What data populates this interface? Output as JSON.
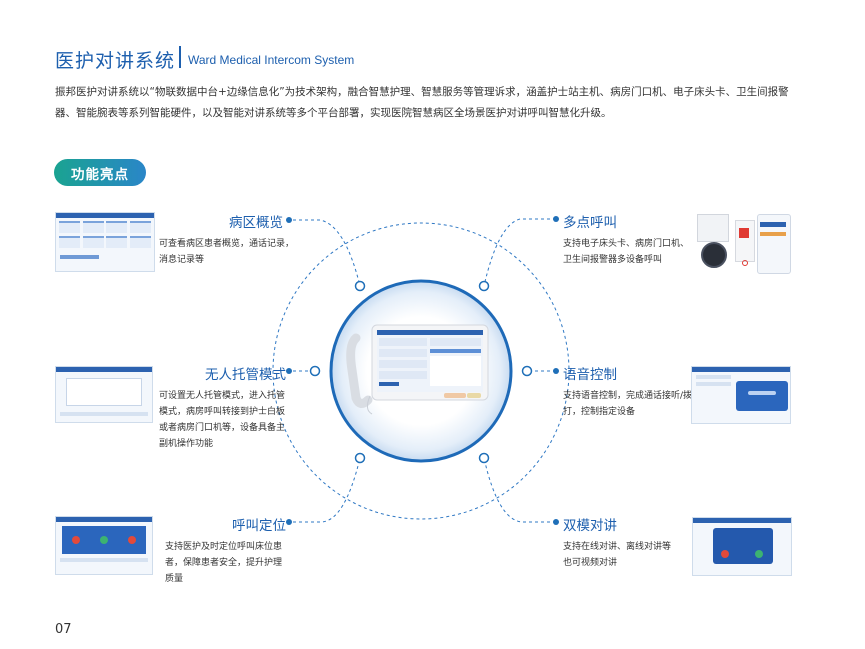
{
  "header": {
    "title_cn": "医护对讲系统",
    "title_en": "Ward Medical Intercom System"
  },
  "intro": "振邦医护对讲系统以“物联数据中台+边缘信息化”为技术架构，融合智慧护理、智慧服务等管理诉求，涵盖护士站主机、病房门口机、电子床头卡、卫生间报警器、智能腕表等系列智能硬件，以及智能对讲系统等多个平台部署，实现医院智慧病区全场景医护对讲呼叫智慧化升级。",
  "section_label": "功能亮点",
  "features": {
    "ward_overview": {
      "title": "病区概览",
      "desc": [
        "可查看病区患者概览，通话记录，",
        "消息记录等"
      ]
    },
    "unmanned_mode": {
      "title": "无人托管模式",
      "desc": [
        "可设置无人托管模式，进入托管",
        "模式，病房呼叫转接到护士白板",
        "或者病房门口机等，设备具备主",
        "副机操作功能"
      ]
    },
    "call_locate": {
      "title": "呼叫定位",
      "desc": [
        "支持医护及时定位呼叫床位患",
        "者，保障患者安全，提升护理",
        "质量"
      ]
    },
    "multi_call": {
      "title": "多点呼叫",
      "desc": [
        "支持电子床头卡、病房门口机、",
        "卫生间报警器多设备呼叫"
      ]
    },
    "voice_control": {
      "title": "语音控制",
      "desc": [
        "支持语音控制，完成通话接听/拨",
        "打，控制指定设备"
      ]
    },
    "dual_mode": {
      "title": "双模对讲",
      "desc": [
        "支持在线对讲、离线对讲等",
        "也可视频对讲"
      ]
    }
  },
  "page_number": "07",
  "colors": {
    "primary": "#1d5fae",
    "accent_green": "#1aa391",
    "line": "#2f78c4"
  }
}
